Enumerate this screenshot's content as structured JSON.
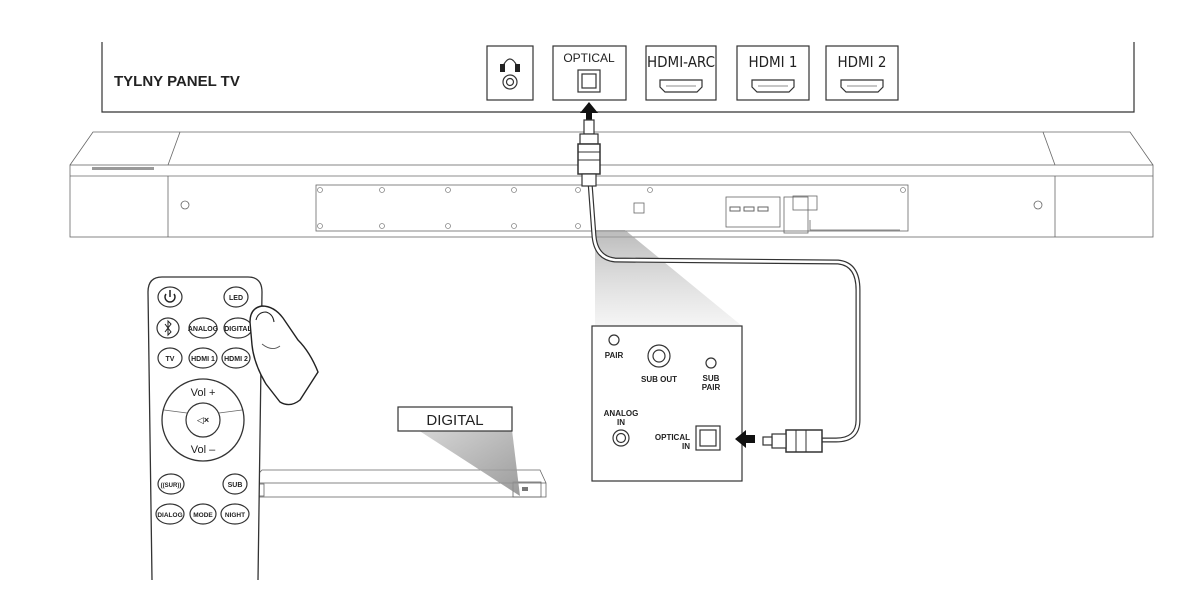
{
  "tv_panel": {
    "title": "TYLNY PANEL TV",
    "ports": {
      "headphone": "headphone-icon",
      "optical": "OPTICAL",
      "hdmi_arc": "HDMI-ARC",
      "hdmi1": "HDMI 1",
      "hdmi2": "HDMI 2"
    }
  },
  "soundbar_panel": {
    "pair": "PAIR",
    "sub_out": "SUB OUT",
    "sub_pair_line1": "SUB",
    "sub_pair_line2": "PAIR",
    "analog_in_line1": "ANALOG",
    "analog_in_line2": "IN",
    "optical_in_line1": "OPTICAL",
    "optical_in_line2": "IN"
  },
  "remote": {
    "power_icon": "power-icon",
    "led": "LED",
    "bluetooth_icon": "bluetooth-icon",
    "analog": "ANALOG",
    "digital": "DIGITAL",
    "tv": "TV",
    "hdmi1": "HDMI 1",
    "hdmi2": "HDMI 2",
    "vol_up": "Vol +",
    "vol_down": "Vol –",
    "mute": "◁×",
    "surround": "((SUR))",
    "sub": "SUB",
    "dialog": "DIALOG",
    "mode": "MODE",
    "night": "NIGHT"
  },
  "display_label": "DIGITAL"
}
